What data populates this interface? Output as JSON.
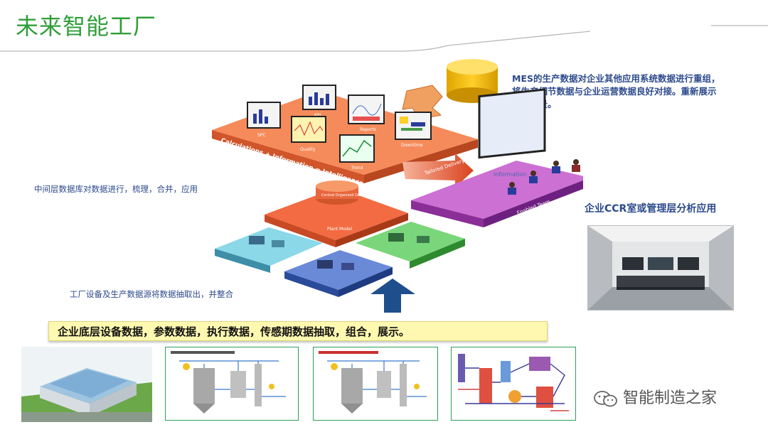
{
  "title": "未来智能工厂",
  "notes": {
    "mes_line1": "MES的生产数据对企业其他应用系统数据进行重组，",
    "mes_line2": "将生产细节数据与企业运营数据良好对接。重新展示",
    "mes_line3": "数据全景。",
    "middle": "中间层数据库对数据进行，梳理，合并，应用",
    "factory": "工厂设备及生产数据源将数据抽取出，并整合",
    "ccr": "企业CCR室或管理层分析应用",
    "banner": "企业底层设备数据，参数数据，执行数据，传感期数据抽取，组合，展示。"
  },
  "diagram": {
    "top_platform_label": "Calculations + Information = Intelligence",
    "monitors": [
      "SPC",
      "KPI",
      "Quality",
      "Reports",
      "Trend",
      "Downtime"
    ],
    "delivery_arrow": "Tailored Delivery",
    "team_platform_label": "Enabled Team",
    "team_screen_label": "Information",
    "middle_platform_label": "Plant Model",
    "database_label": "Central Organized Data"
  },
  "brand": "智能制造之家",
  "colors": {
    "title_green": "#2f9e3a",
    "note_blue": "#2d4a8c",
    "top_platform": "#f07a4a",
    "middle_platform": "#e8663e",
    "team_platform": "#9a3fa8",
    "banner_bg": "#fff8b0",
    "up_arrow": "#1f4e8c"
  }
}
